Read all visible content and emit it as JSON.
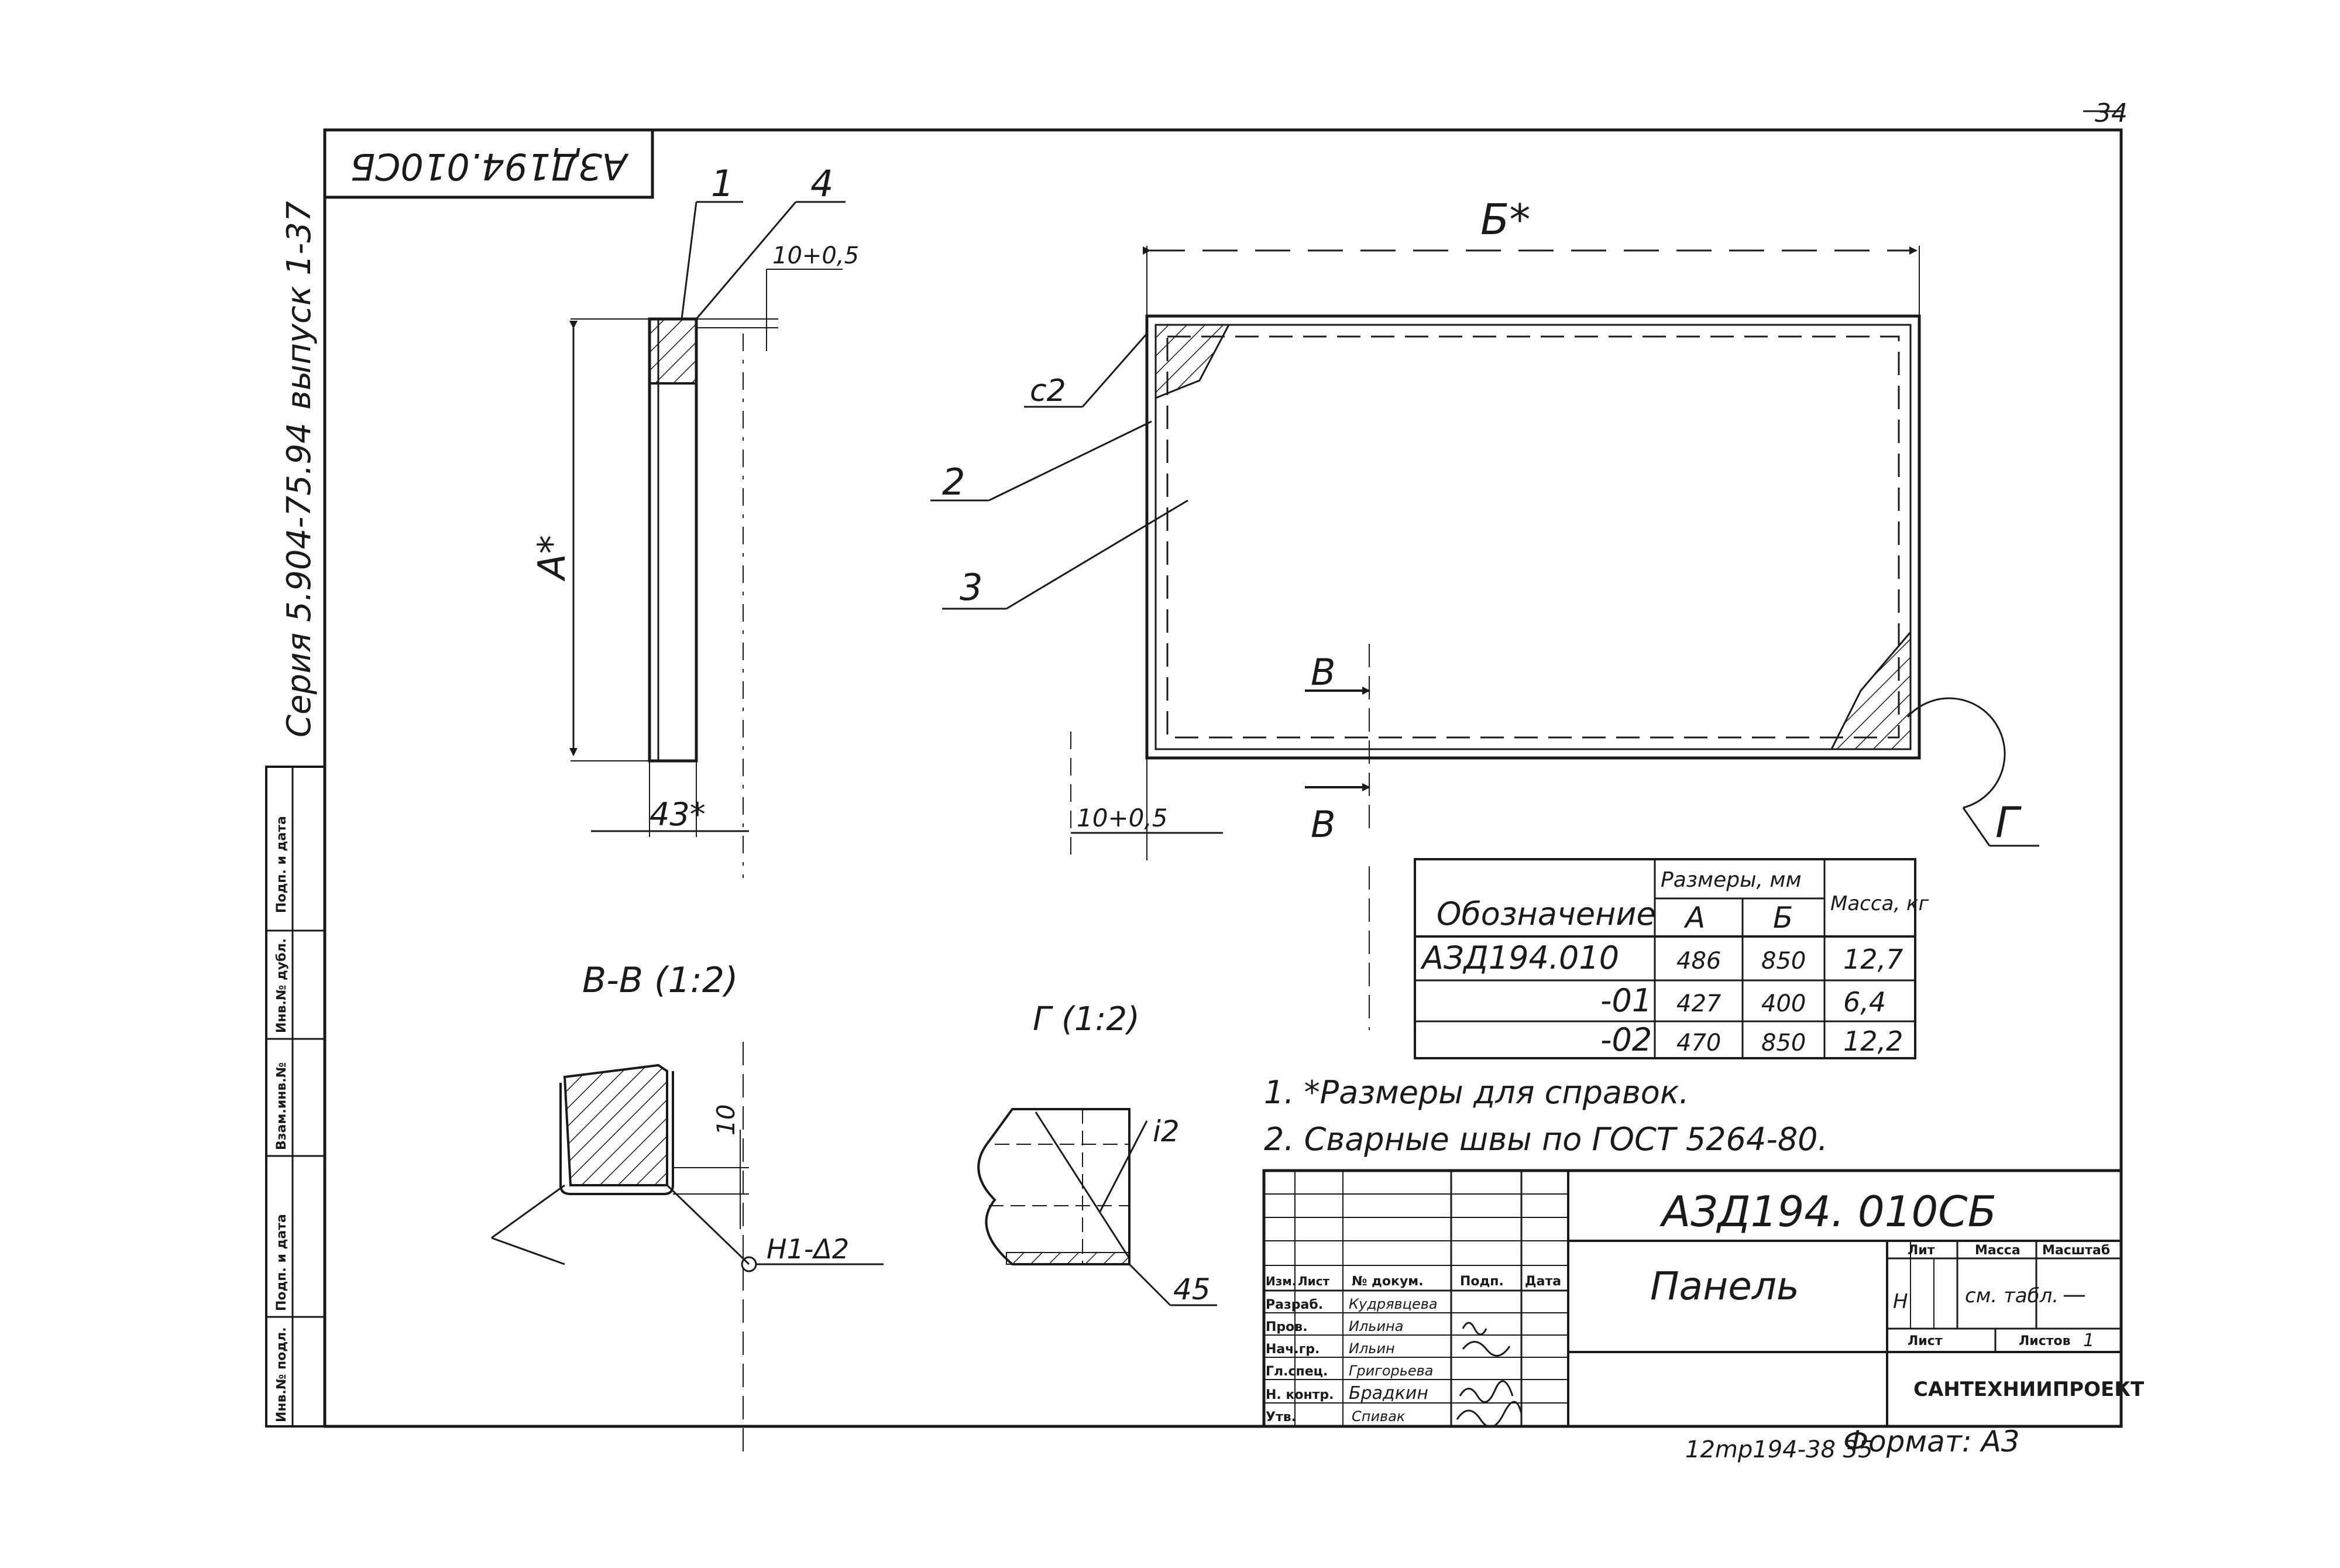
{
  "sheet": {
    "page_number": "34",
    "format_note": "Формат: А3",
    "bottom_code": "12mp194-38 35"
  },
  "top_box": {
    "code_rotated": "АЗД194.010СБ"
  },
  "series": {
    "series_text": "Серия 5.904-75.94",
    "issue_text": "выпуск 1-37"
  },
  "left_stamp": {
    "cells": [
      "Подп. и дата",
      "Инв.№ дубл.",
      "Взам.инв.№",
      "Подп. и дата",
      "Инв.№ подл."
    ]
  },
  "side_view": {
    "callout_1": "1",
    "callout_4": "4",
    "dim_top": "10+0,5",
    "dim_height": "A*",
    "dim_width": "43*"
  },
  "front_view": {
    "dim_width": "Б*",
    "callout_c2": "с2",
    "callout_2": "2",
    "callout_3": "3",
    "section_mark_top": "В",
    "section_mark_bottom": "В",
    "dim_10": "10+0,5",
    "detail_mark": "Г"
  },
  "section_vv": {
    "title": "В-В (1:2)",
    "dim_10": "10",
    "weld": "Н1-Δ2"
  },
  "detail_g": {
    "title": "Г (1:2)",
    "weld_i2": "i2",
    "angle": "45"
  },
  "table": {
    "header_designation": "Обозначение",
    "header_sizes": "Размеры, мм",
    "header_a": "А",
    "header_b": "Б",
    "header_mass": "Масса, кг",
    "rows": [
      {
        "designation": "АЗД194.010",
        "a": "486",
        "b": "850",
        "mass": "12,7"
      },
      {
        "designation": "-01",
        "a": "427",
        "b": "400",
        "mass": "6,4"
      },
      {
        "designation": "-02",
        "a": "470",
        "b": "850",
        "mass": "12,2"
      }
    ]
  },
  "notes": [
    "1. *Размеры для справок.",
    "2. Сварные швы по ГОСТ 5264-80."
  ],
  "title_block": {
    "code": "АЗД194. 010СБ",
    "name": "Панель",
    "head_labels": [
      "Изм.",
      "Лист",
      "№ докум.",
      "Подп.",
      "Дата"
    ],
    "roles": [
      "Разраб.",
      "Пров.",
      "Нач.гр.",
      "Гл.спец.",
      "Н. контр.",
      "Утв."
    ],
    "names": [
      "Кудрявцева",
      "Ильина",
      "Ильин",
      "Григорьева",
      "Брадкин",
      "Спивак"
    ],
    "lit_label": "Лит",
    "mass_label": "Масса",
    "scale_label": "Масштаб",
    "lit_value": "Н",
    "mass_value": "см. табл.",
    "scale_value": "—",
    "sheet_label": "Лист",
    "sheets_label": "Листов",
    "sheets_value": "1",
    "org": "САНТЕХНИИПРОЕКТ"
  }
}
